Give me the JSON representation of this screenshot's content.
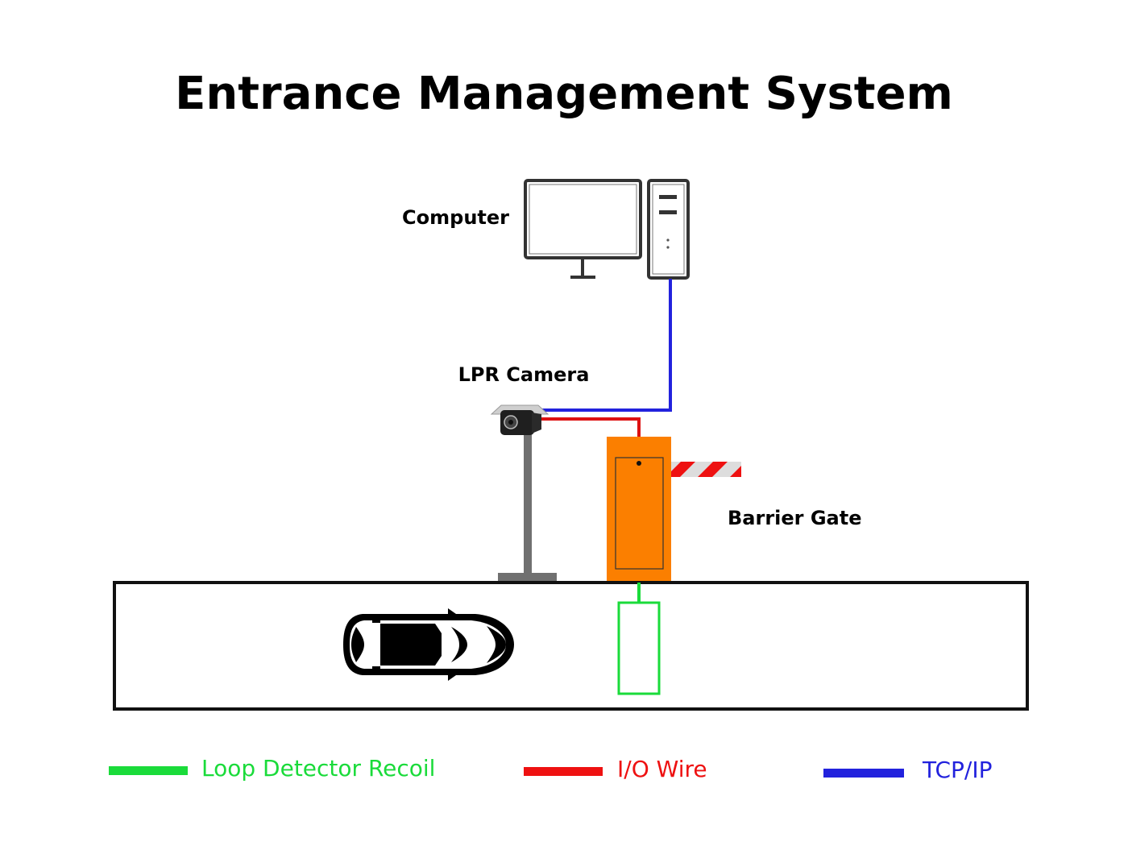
{
  "title": "Entrance Management System",
  "labels": {
    "computer": "Computer",
    "camera": "LPR Camera",
    "barrier": "Barrier Gate"
  },
  "legend": [
    {
      "label": "Loop Detector Recoil",
      "color": "#1adb3a",
      "icon": "green-line"
    },
    {
      "label": "I/O Wire",
      "color": "#ee1111",
      "icon": "red-line"
    },
    {
      "label": "TCP/IP",
      "color": "#2222dd",
      "icon": "blue-line"
    }
  ],
  "colors": {
    "barrier_body": "#fb7f00",
    "boom_stripe_red": "#ee1111",
    "boom_stripe_gray": "#dddddd",
    "pole": "#707070",
    "tcp_ip": "#2222dd",
    "io_wire": "#dd1111",
    "loop": "#1adb3a"
  },
  "icons": {
    "computer": "desktop-computer-icon",
    "camera": "cctv-camera-icon",
    "car": "car-top-view-icon",
    "barrier": "barrier-gate-icon"
  }
}
